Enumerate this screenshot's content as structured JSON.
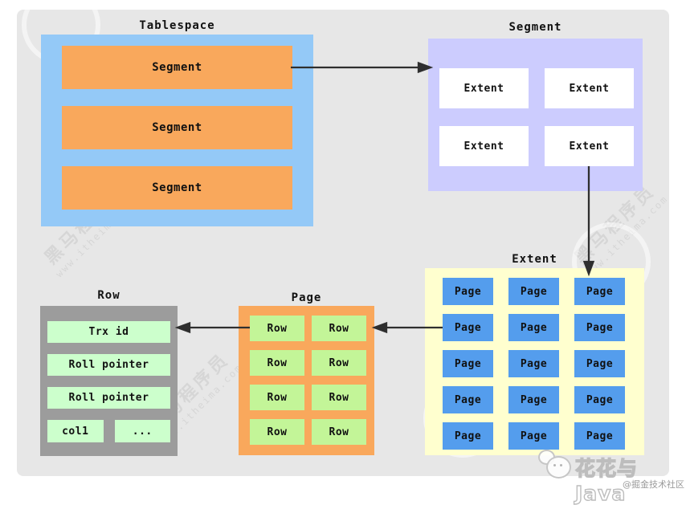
{
  "diagram": {
    "tablespace": {
      "title": "Tablespace",
      "segments": [
        "Segment",
        "Segment",
        "Segment"
      ]
    },
    "segment": {
      "title": "Segment",
      "extents": [
        "Extent",
        "Extent",
        "Extent",
        "Extent"
      ]
    },
    "extent": {
      "title": "Extent",
      "pages": [
        "Page",
        "Page",
        "Page",
        "Page",
        "Page",
        "Page",
        "Page",
        "Page",
        "Page",
        "Page",
        "Page",
        "Page",
        "Page",
        "Page",
        "Page"
      ]
    },
    "page": {
      "title": "Page",
      "rows": [
        "Row",
        "Row",
        "Row",
        "Row",
        "Row",
        "Row",
        "Row",
        "Row"
      ]
    },
    "row": {
      "title": "Row",
      "fields": [
        "Trx id",
        "Roll pointer",
        "Roll pointer",
        "col1",
        "..."
      ]
    }
  },
  "watermark": {
    "brand": "黑马程序员",
    "url": "www.itheima.com"
  },
  "branding": {
    "name": "花花与Java",
    "credit": "@掘金技术社区",
    "icon": "wechat-icon"
  },
  "colors": {
    "panel_bg": "#e7e7e7",
    "tablespace_bg": "#94c9f7",
    "segment_cell": "#f9a85c",
    "segment_panel": "#ccccfe",
    "extent_cell": "#ffffff",
    "extent_panel": "#ffffcf",
    "page_cell": "#549ded",
    "row_cell": "#c3f598",
    "row_panel_gray": "#9c9c9c",
    "field_cell": "#ccffcc",
    "arrow": "#2f2f2f"
  }
}
